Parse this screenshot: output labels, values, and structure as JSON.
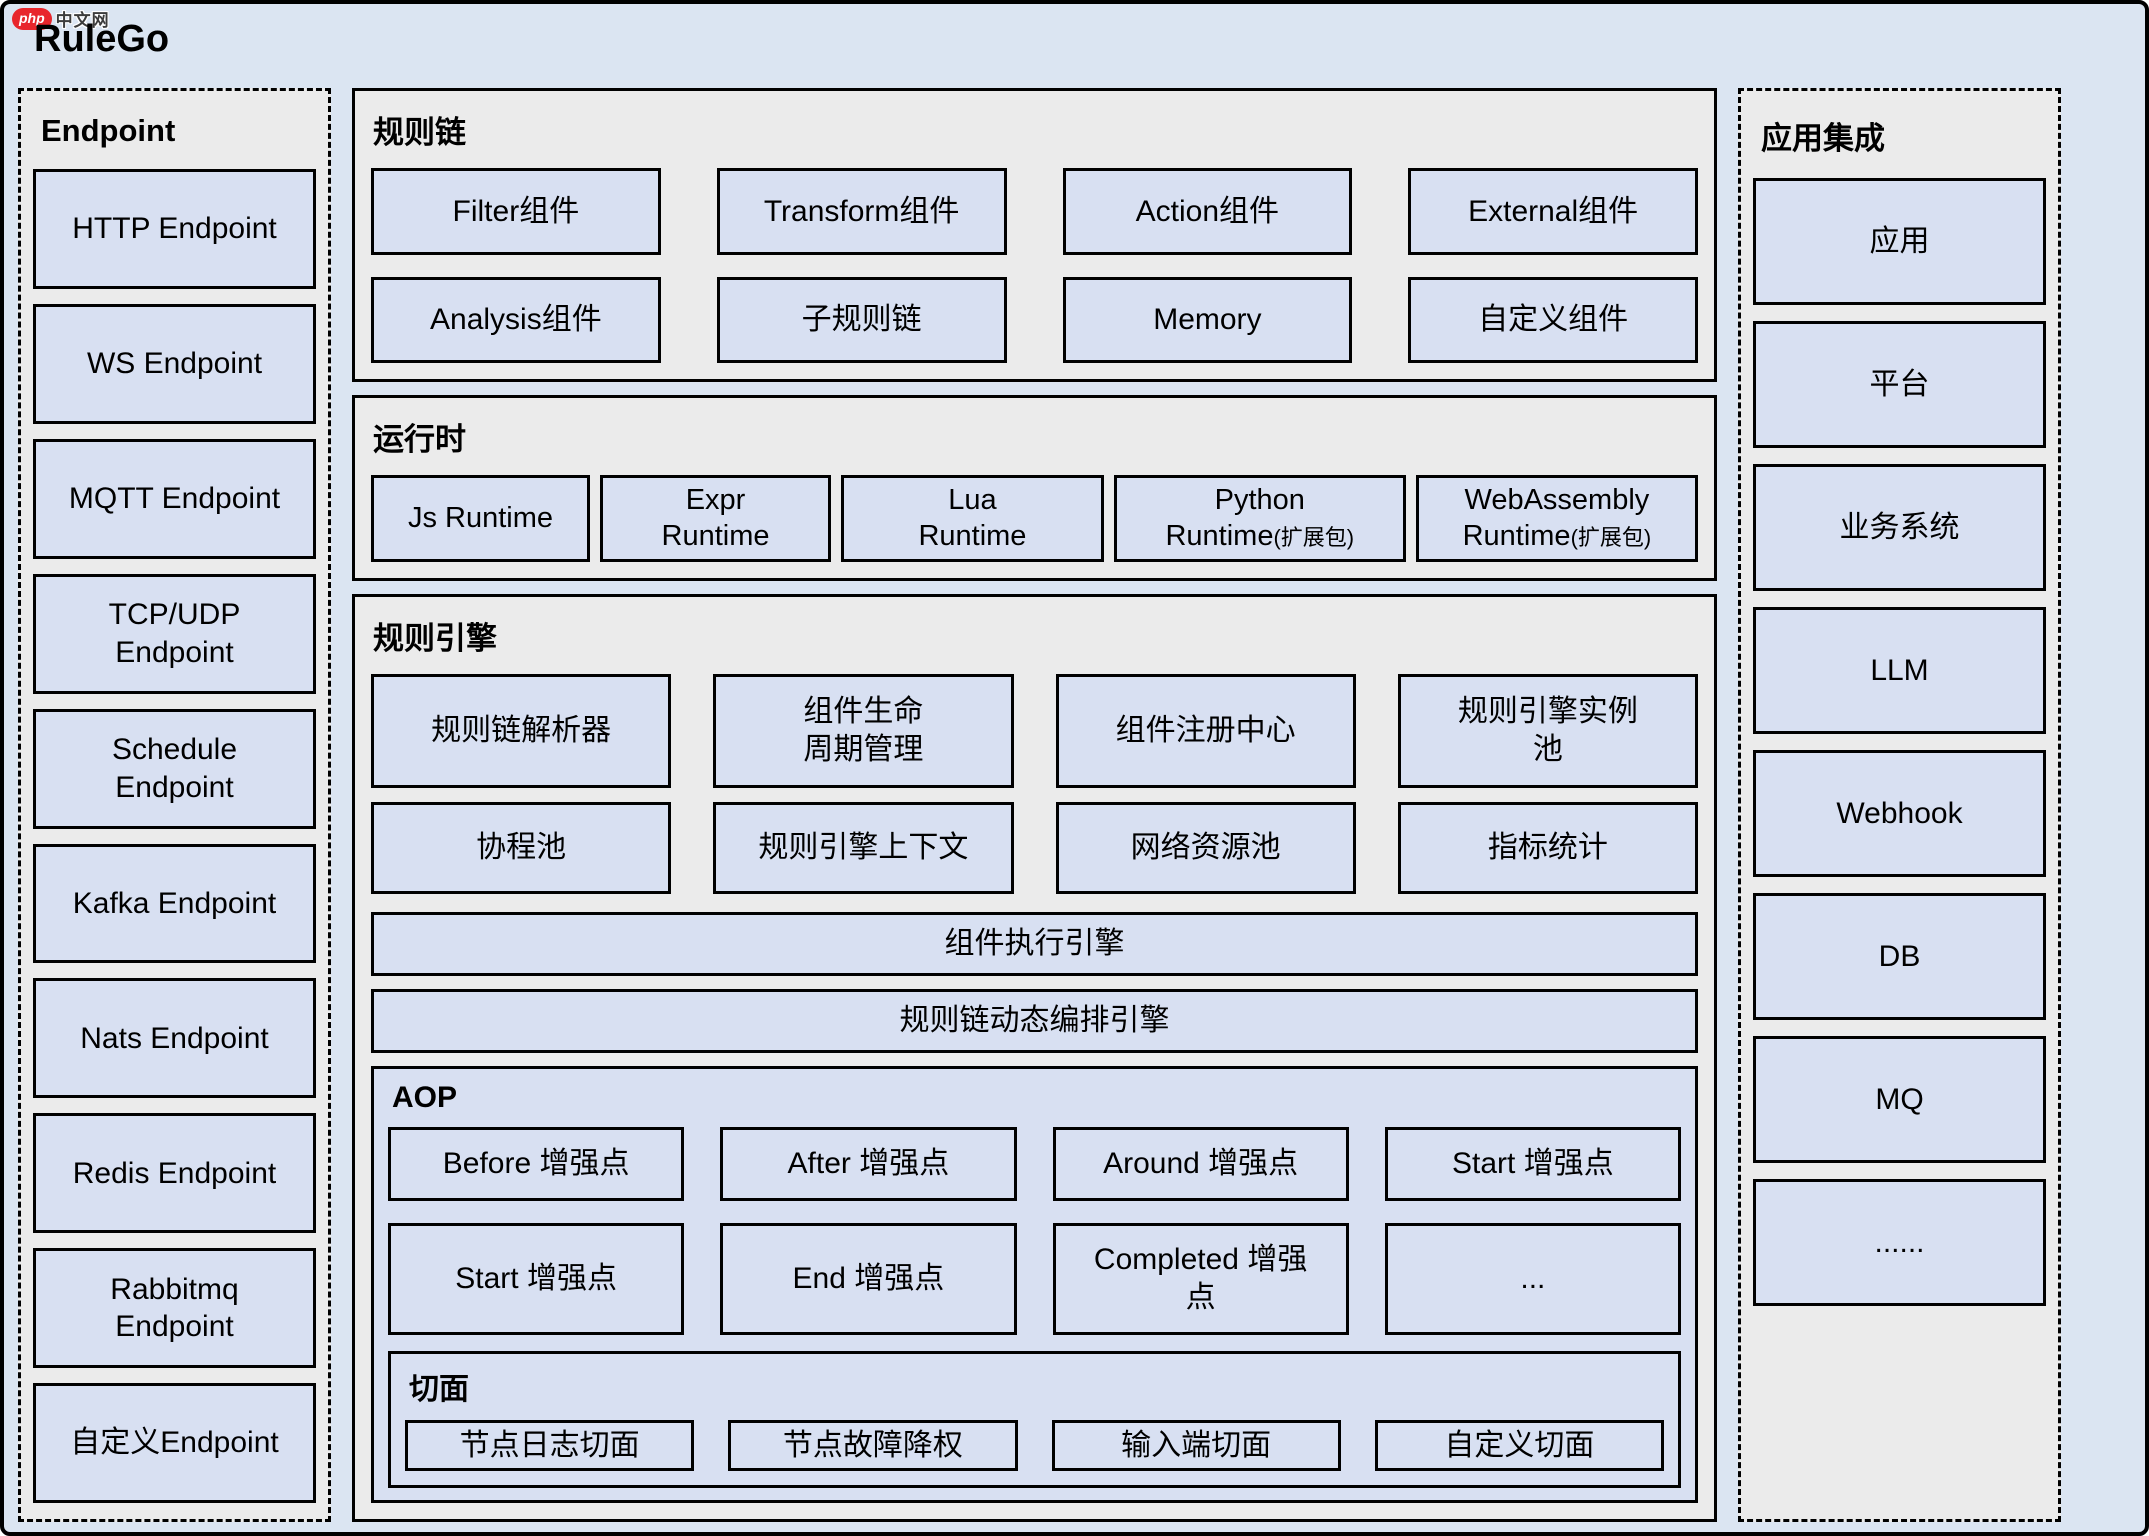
{
  "watermark": {
    "badge": "php",
    "text": "中文网"
  },
  "title": "RuleGo",
  "colors": {
    "page_background": "#dbe5f2",
    "panel_background": "#ebebeb",
    "box_fill": "#d8e0f2",
    "border": "#000000",
    "badge_red": "#e8262c"
  },
  "endpoint": {
    "header": "Endpoint",
    "items": [
      "HTTP Endpoint",
      "WS Endpoint",
      "MQTT Endpoint",
      "TCP/UDP\nEndpoint",
      "Schedule\nEndpoint",
      "Kafka Endpoint",
      "Nats Endpoint",
      "Redis Endpoint",
      "Rabbitmq\nEndpoint",
      "自定义Endpoint"
    ]
  },
  "rulechain": {
    "header": "规则链",
    "items": [
      "Filter组件",
      "Transform组件",
      "Action组件",
      "External组件",
      "Analysis组件",
      "子规则链",
      "Memory",
      "自定义组件"
    ]
  },
  "runtime": {
    "header": "运行时",
    "items": [
      {
        "text": "Js Runtime",
        "note": ""
      },
      {
        "text": "Expr\nRuntime",
        "note": ""
      },
      {
        "text": "Lua\nRuntime",
        "note": ""
      },
      {
        "text": "Python\nRuntime",
        "note": "(扩展包)"
      },
      {
        "text": "WebAssembly\nRuntime",
        "note": "(扩展包)"
      }
    ]
  },
  "engine": {
    "header": "规则引擎",
    "row1": [
      "规则链解析器",
      "组件生命\n周期管理",
      "组件注册中心",
      "规则引擎实例\n池"
    ],
    "row2": [
      "协程池",
      "规则引擎上下文",
      "网络资源池",
      "指标统计"
    ],
    "bars": [
      "组件执行引擎",
      "规则链动态编排引擎"
    ],
    "aop": {
      "header": "AOP",
      "items": [
        "Before 增强点",
        "After 增强点",
        "Around 增强点",
        "Start 增强点",
        "Start 增强点",
        "End 增强点",
        "Completed 增强\n点",
        "..."
      ],
      "aspect": {
        "header": "切面",
        "items": [
          "节点日志切面",
          "节点故障降权",
          "输入端切面",
          "自定义切面"
        ]
      }
    }
  },
  "integration": {
    "header": "应用集成",
    "items": [
      "应用",
      "平台",
      "业务系统",
      "LLM",
      "Webhook",
      "DB",
      "MQ",
      "......"
    ]
  }
}
